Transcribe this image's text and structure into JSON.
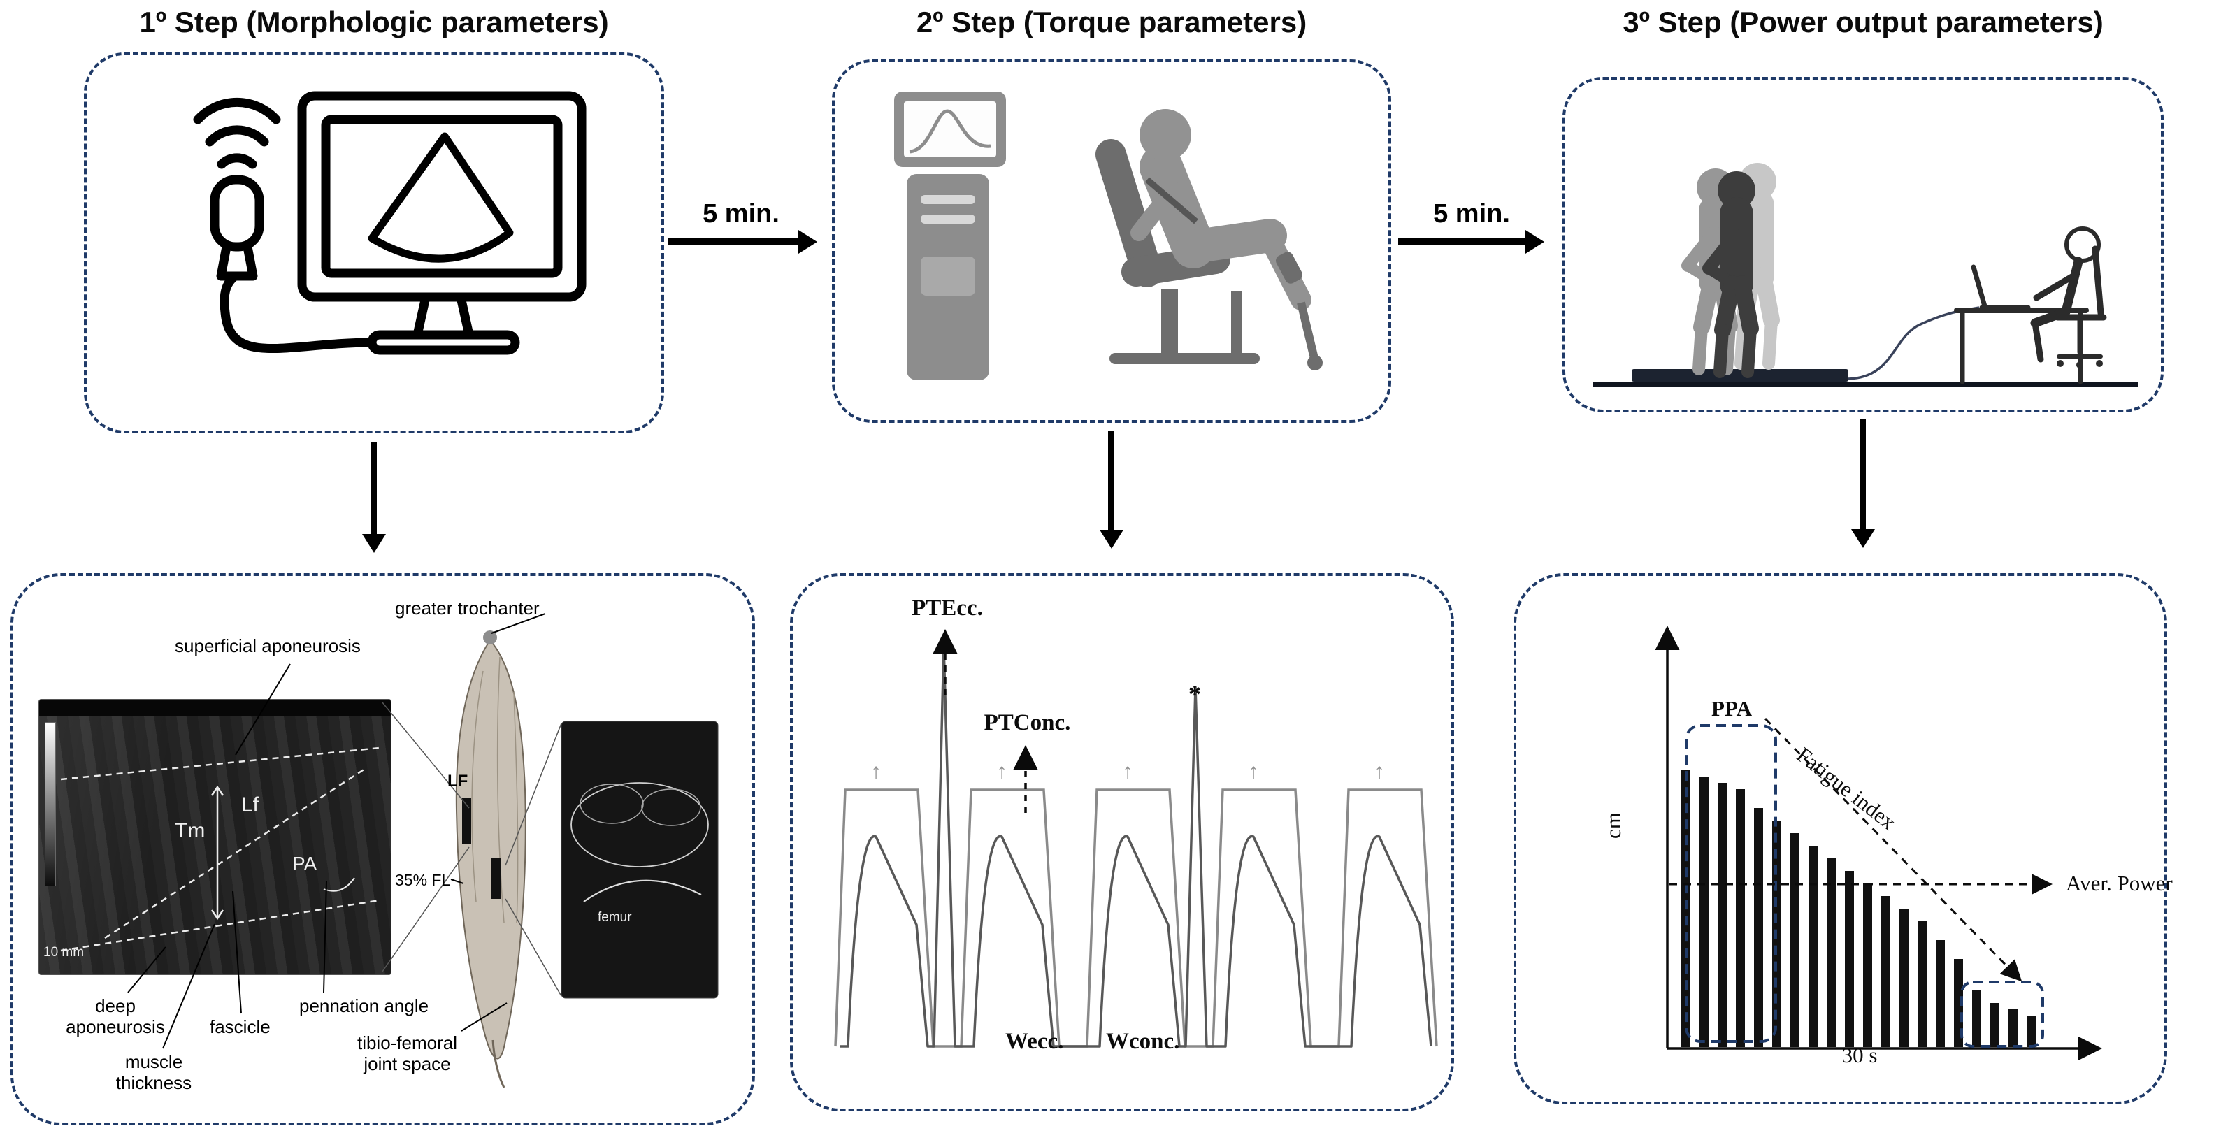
{
  "steps": [
    {
      "title": "1º Step (Morphologic parameters)"
    },
    {
      "title": "2º Step (Torque parameters)"
    },
    {
      "title": "3º Step (Power output parameters)"
    }
  ],
  "transitions": [
    {
      "label": "5 min."
    },
    {
      "label": "5 min."
    }
  ],
  "icons": {
    "step1": "ultrasound-machine-icon",
    "step2": "isokinetic-dynamometer-icon",
    "step3": "jump-platform-test-icon"
  },
  "morphology": {
    "labels": {
      "greater_trochanter": "greater trochanter",
      "superficial_aponeurosis": "superficial aponeurosis",
      "deep_aponeurosis": "deep aponeurosis",
      "fascicle": "fascicle",
      "pennation_angle": "pennation angle",
      "muscle_thickness": "muscle thickness",
      "tibio_femoral_joint_space": "tibio-femoral joint space",
      "tm": "Tm",
      "lf": "Lf",
      "pa": "PA",
      "lf_site": "LF",
      "site_35fl": "35% FL",
      "scale_10mm": "10 mm",
      "femur": "femur"
    }
  },
  "torque": {
    "labels": {
      "pt_ecc": "PTEcc.",
      "pt_conc": "PTConc.",
      "w_ecc": "Wecc.",
      "w_conc": "Wconc.",
      "asterisk": "*",
      "up_arrow": "↑"
    }
  },
  "power": {
    "labels": {
      "ppa": "PPA",
      "fatigue_index": "Fatigue index",
      "aver_power": "Aver. Power",
      "y_axis": "cm",
      "x_axis": "30 s"
    },
    "bar_values_cm": [
      44,
      43,
      42,
      41,
      38,
      36,
      34,
      32,
      30,
      28,
      26,
      24,
      22,
      20,
      17,
      14,
      9,
      7,
      6,
      5
    ]
  },
  "colors": {
    "box_border": "#1f3a68",
    "arrow": "#000000",
    "machine_gray": "#8d8d8d",
    "silhouette_dark": "#3d3d3d",
    "bar": "#111111"
  }
}
